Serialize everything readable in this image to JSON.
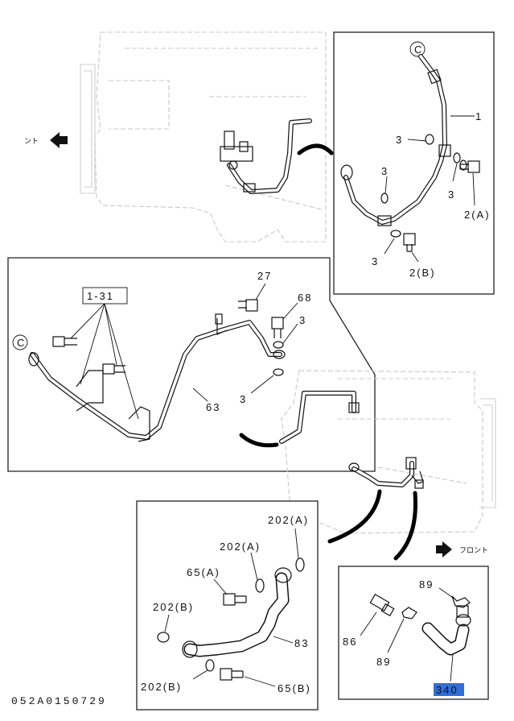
{
  "labels": {
    "top_right": {
      "marker_c": "C",
      "pipe_1": "1",
      "washer_3_a": "3",
      "washer_3_b": "3",
      "washer_3_c": "3",
      "washer_3_d": "3",
      "bolt_2a": "2(A)",
      "bolt_2b": "2(B)"
    },
    "middle_left": {
      "marker_c": "C",
      "bolt_1_31": "1-31",
      "bolt_27": "27",
      "bolt_68": "68",
      "washer_3_a": "3",
      "washer_3_b": "3",
      "pipe_63": "63"
    },
    "bottom_left": {
      "washer_202a_1": "202(A)",
      "washer_202a_2": "202(A)",
      "bolt_65a": "65(A)",
      "washer_202b_1": "202(B)",
      "washer_202b_2": "202(B)",
      "pipe_83": "83",
      "bolt_65b": "65(B)"
    },
    "bottom_right": {
      "clamp_89_a": "89",
      "clamp_89_b": "89",
      "fitting_86": "86",
      "hose_340": "340"
    },
    "front_left": "ント",
    "front_right": "フロント",
    "doc_number": "052A0150729"
  },
  "colors": {
    "highlight": "#2f6fd6",
    "ink": "#111111",
    "ghost": "#c8c8c8"
  },
  "icons": {
    "front_arrow_left": "arrow-left-icon",
    "front_arrow_right": "arrow-right-icon"
  }
}
